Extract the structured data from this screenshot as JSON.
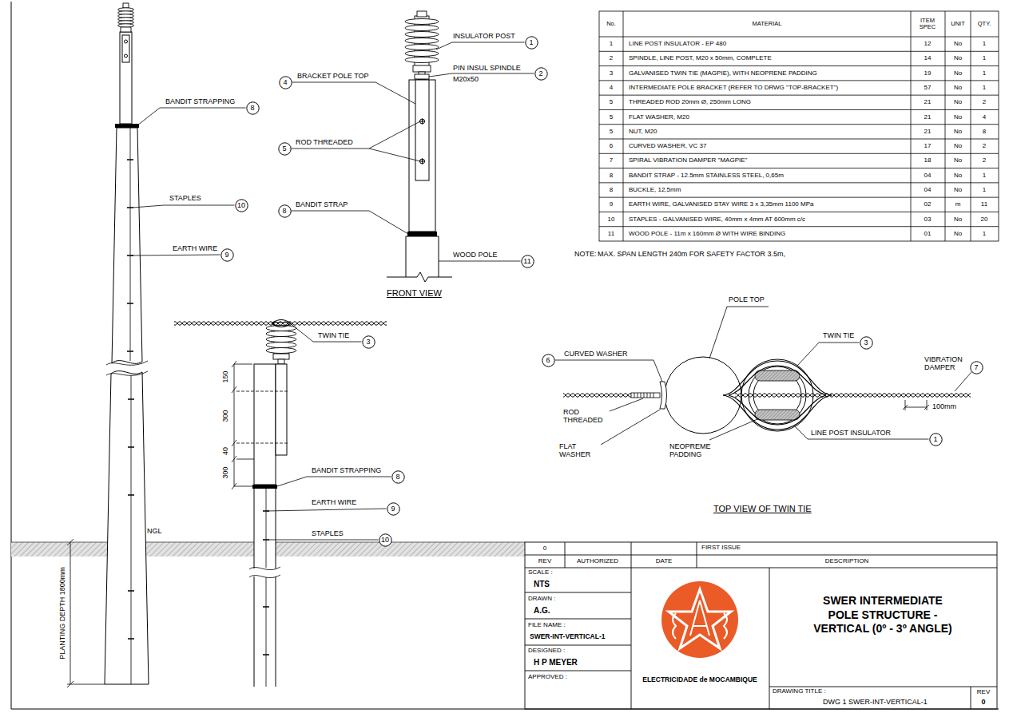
{
  "diagram": {
    "title": "SWER INTERMEDIATE POLE STRUCTURE - VERTICAL (0º - 3º ANGLE)",
    "nodes": [
      {
        "text": [
          "1"
        ]
      },
      {
        "text": [
          "2"
        ]
      },
      {
        "text": [
          "4"
        ]
      },
      {
        "text": [
          "8"
        ]
      },
      {
        "text": [
          "5"
        ]
      },
      {
        "text": [
          "10"
        ]
      },
      {
        "text": [
          "8"
        ]
      },
      {
        "text": [
          "9"
        ]
      },
      {
        "text": [
          "11"
        ]
      },
      {
        "text": [
          "3"
        ]
      },
      {
        "text": [
          "3"
        ]
      },
      {
        "text": [
          "6"
        ]
      },
      {
        "text": [
          "7"
        ]
      },
      {
        "text": [
          "1"
        ]
      },
      {
        "text": [
          "8"
        ]
      },
      {
        "text": [
          "9"
        ]
      },
      {
        "text": [
          "10"
        ]
      }
    ],
    "labels": [
      "BANDIT STRAPPING",
      "STAPLES",
      "EARTH WIRE",
      "NGL",
      "PLANTING DEPTH 1800mm",
      "INSULATOR POST",
      "PIN INSUL SPINDLE",
      "M20x50",
      "BRACKET POLE TOP",
      "ROD THREADED",
      "BANDIT STRAP",
      "WOOD POLE",
      "FRONT VIEW",
      "TWIN TIE",
      "150",
      "300",
      "40",
      "300",
      "BANDIT STRAPPING",
      "EARTH WIRE",
      "STAPLES",
      "No.",
      "MATERIAL",
      "ITEM SPEC",
      "UNIT",
      "QTY.",
      "1",
      "LINE POST INSULATOR - EP 480",
      "12",
      "No",
      "1",
      "2",
      "SPINDLE, LINE POST, M20 x 50mm, COMPLETE",
      "14",
      "No",
      "1",
      "3",
      "GALVANISED TWIN TIE (MAGPIE), WITH NEOPRENE PADDING",
      "19",
      "No",
      "1",
      "4",
      "INTERMEDIATE POLE BRACKET (REFER TO DRWG \"TOP-BRACKET\")",
      "57",
      "No",
      "1",
      "5",
      "THREADED ROD 20mm Ø, 250mm LONG",
      "21",
      "No",
      "2",
      "5",
      "FLAT WASHER, M20",
      "21",
      "No",
      "4",
      "5",
      "NUT, M20",
      "21",
      "No",
      "8",
      "6",
      "CURVED WASHER, VC 37",
      "17",
      "No",
      "2",
      "7",
      "SPIRAL VIBRATION DAMPER \"MAGPIE\"",
      "18",
      "No",
      "2",
      "8",
      "BANDIT STRAP - 12.5mm STAINLESS STEEL, 0,65m",
      "04",
      "No",
      "1",
      "8",
      "BUCKLE, 12,5mm",
      "04",
      "No",
      "1",
      "9",
      "EARTH WIRE, GALVANISED STAY WIRE 3 x 3,35mm 1100 MPa",
      "02",
      "m",
      "11",
      "10",
      "STAPLES - GALVANISED WIRE, 40mm x 4mm AT 600mm c/c",
      "03",
      "No",
      "20",
      "11",
      "WOOD POLE - 11m x 160mm Ø WITH WIRE BINDING",
      "01",
      "No",
      "1",
      "NOTE:",
      "MAX. SPAN LENGTH 240m FOR SAFETY FACTOR 3.5m,",
      "POLE TOP",
      "TWIN TIE",
      "CURVED WASHER",
      "VIBRATION DAMPER",
      "100mm",
      "ROD THREADED",
      "FLAT WASHER",
      "NEOPREME PADDING",
      "LINE POST INSULATOR",
      "TOP VIEW OF TWIN TIE",
      "0",
      "FIRST ISSUE",
      "REV",
      "AUTHORIZED",
      "DATE",
      "DESCRIPTION",
      "SCALE :",
      "NTS",
      "DRAWN :",
      "A.G.",
      "FILE NAME :",
      "SWER-INT-VERTICAL-1",
      "DESIGNED :",
      "H P MEYER",
      "APPROVED :",
      "ELECTRICIDADE de MOCAMBIQUE",
      "DRAWING TITLE :",
      "DWG 1 SWER-INT-VERTICAL-1",
      "REV",
      "0"
    ]
  }
}
